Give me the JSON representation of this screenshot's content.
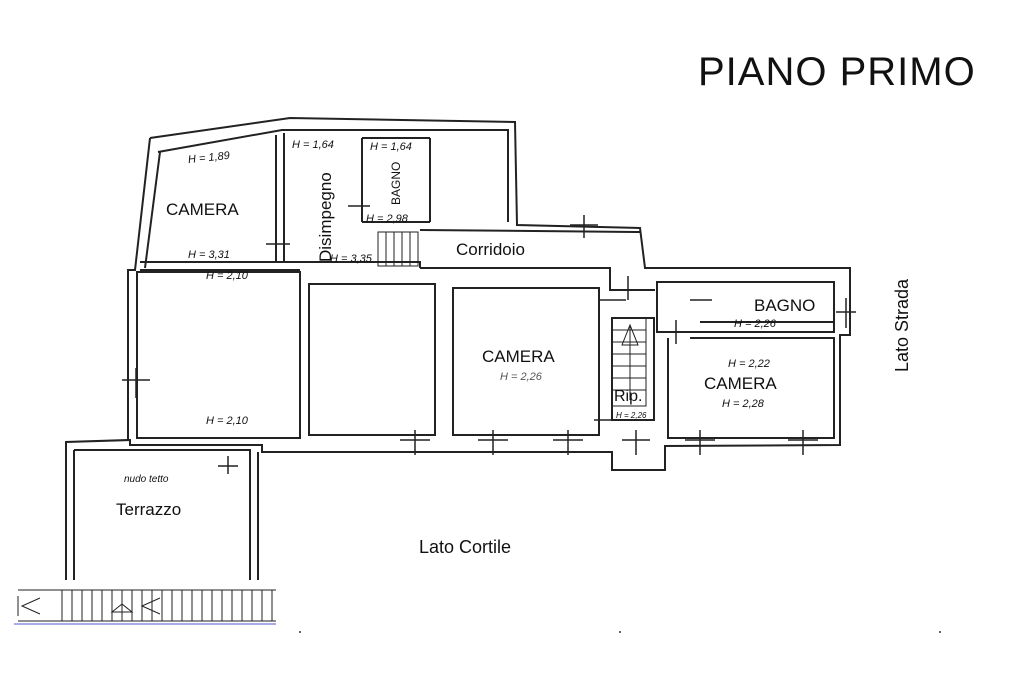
{
  "title": "PIANO PRIMO",
  "rooms": {
    "camera_nw": "CAMERA",
    "disimpegno": "Disimpegno",
    "bagno_n": "BAGNO",
    "corridoio": "Corridoio",
    "camera_center": "CAMERA",
    "rip": "Rip.",
    "bagno_e": "BAGNO",
    "camera_e": "CAMERA",
    "terrazzo": "Terrazzo"
  },
  "heights": {
    "h_1_89": "H = 1,89",
    "h_1_64_a": "H = 1,64",
    "h_1_64_b": "H = 1,64",
    "h_2_98": "H = 2,98",
    "h_3_31": "H = 3,31",
    "h_3_35": "H = 3,35",
    "h_2_10_top": "H = 2,10",
    "h_2_10_bottom": "H = 2,10",
    "h_2_26_center": "H = 2,26",
    "h_2_26_rip": "H = 2,26",
    "h_2_26_bagno": "H = 2,26",
    "h_2_22": "H = 2,22",
    "h_2_28": "H = 2,28"
  },
  "notes": {
    "nudo_tetto": "nudo tetto"
  },
  "sides": {
    "lato_strada": "Lato Strada",
    "lato_cortile": "Lato Cortile"
  }
}
